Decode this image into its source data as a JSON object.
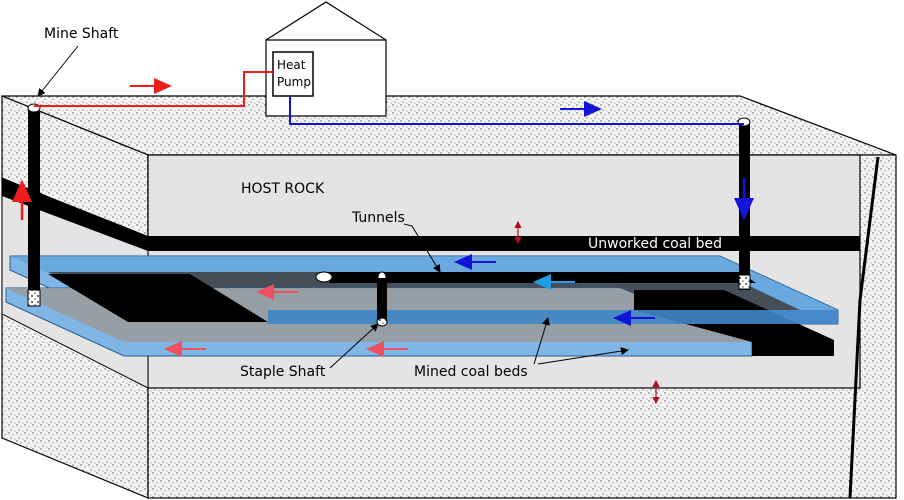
{
  "labels": {
    "mine_shaft": "Mine Shaft",
    "heat_pump_line1": "Heat",
    "heat_pump_line2": "Pump",
    "host_rock": "HOST ROCK",
    "tunnels": "Tunnels",
    "unworked_coal_bed": "Unworked coal bed",
    "staple_shaft": "Staple Shaft",
    "mined_coal_beds": "Mined coal beds"
  },
  "colors": {
    "hot_flow": "#ee1c1c",
    "cold_flow": "#1414d8",
    "light_flow": "#1e9fe6",
    "coal": "#000000",
    "mined_bed_fill": "#7fb6e6",
    "mined_bed_dark": "#3f86c8",
    "host_rock_fill": "#e4e4e4",
    "stipple_fill": "#f2f2f2"
  },
  "icons": {
    "heat_pump_house": "house-icon",
    "flow_arrow": "arrow-icon",
    "stress_indicator": "double-arrow-icon"
  }
}
